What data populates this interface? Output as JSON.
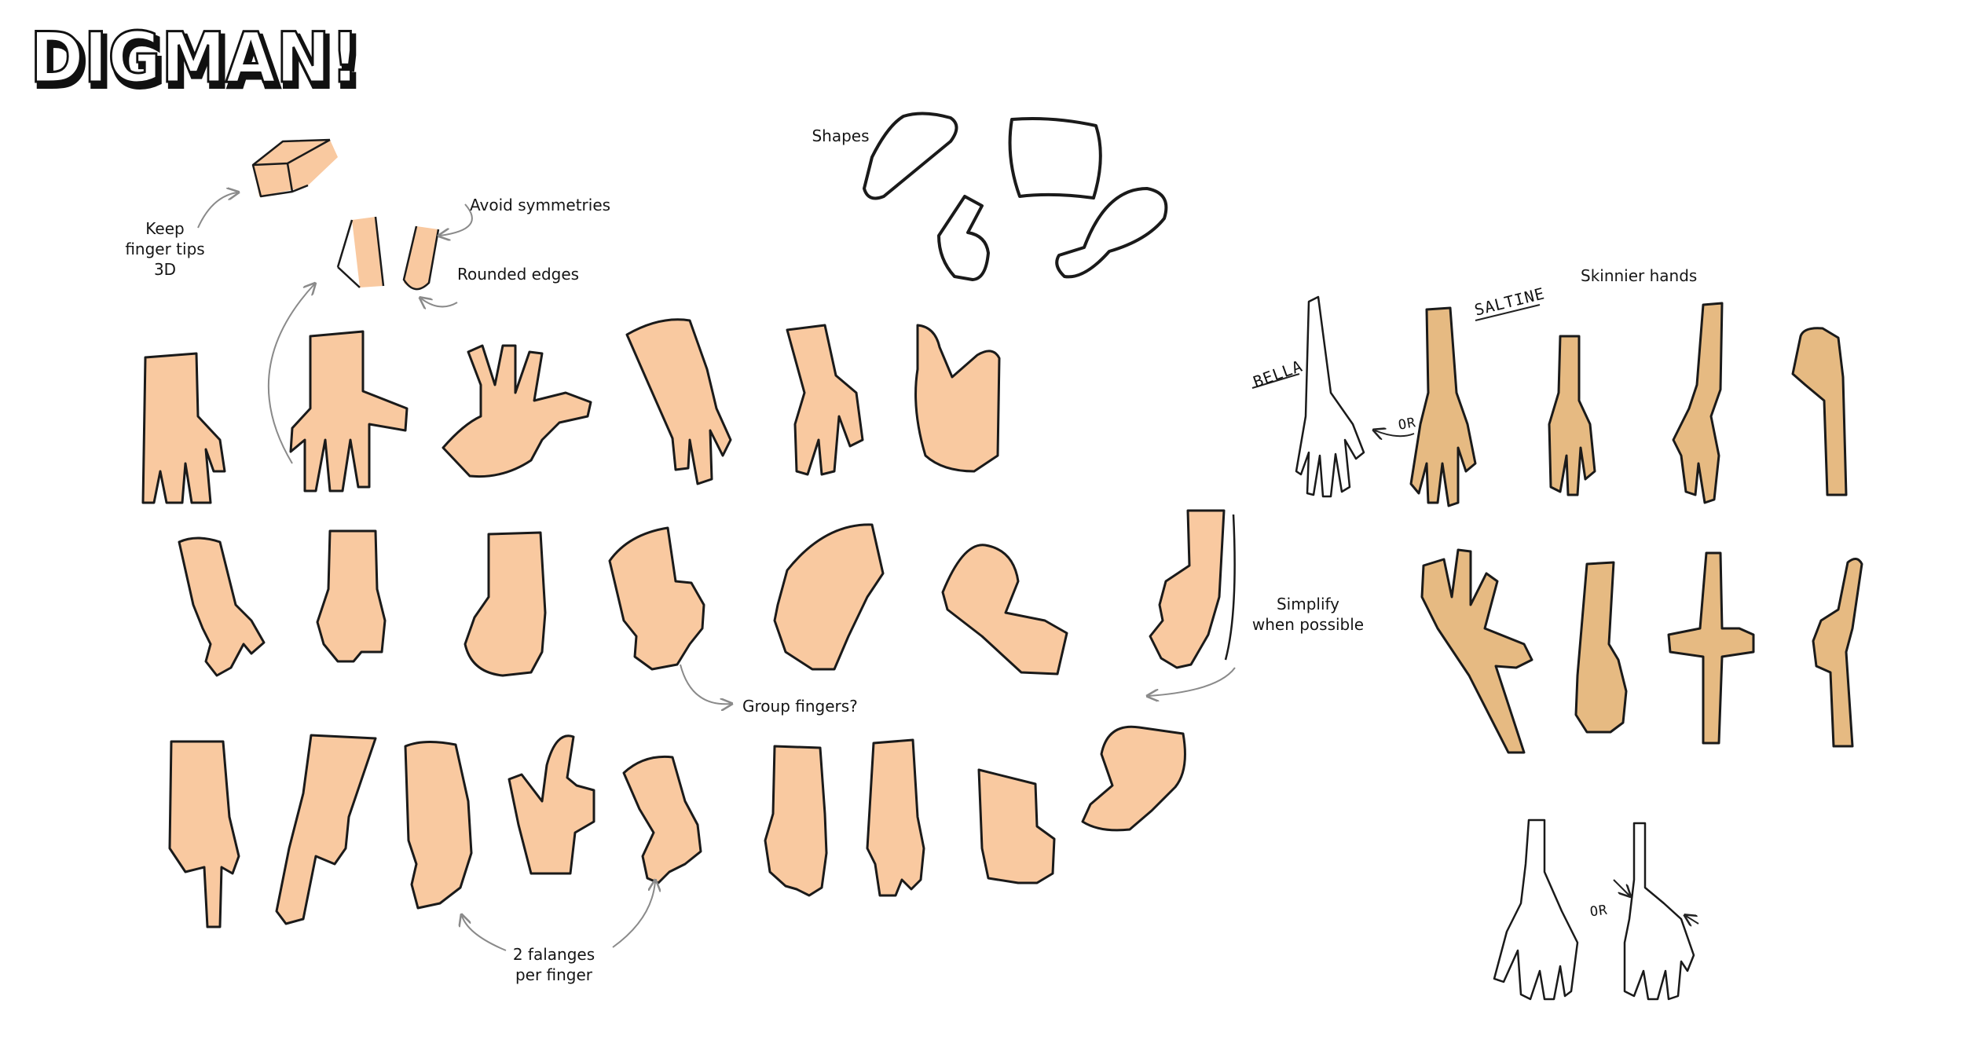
{
  "logo": {
    "text": "DIGMAN!"
  },
  "labels": {
    "shapes": "Shapes",
    "keep_finger_tips": "Keep\nfinger tips\n3D",
    "avoid_symmetries": "Avoid symmetries",
    "rounded_edges": "Rounded edges",
    "skinnier_hands": "Skinnier hands",
    "simplify": "Simplify\nwhen possible",
    "group_fingers": "Group fingers?",
    "falanges": "2 falanges\nper finger"
  },
  "character_labels": {
    "bella": "BELLA",
    "saltine": "SALTINE",
    "or_top": "OR",
    "or_bottom": "OR"
  },
  "colors": {
    "skin": "#f9c9a0",
    "skin_shadow": "#f3b588",
    "skinny_skin": "#e6ba82",
    "line": "#1a1a1a",
    "arrow": "#8a8a8a"
  }
}
